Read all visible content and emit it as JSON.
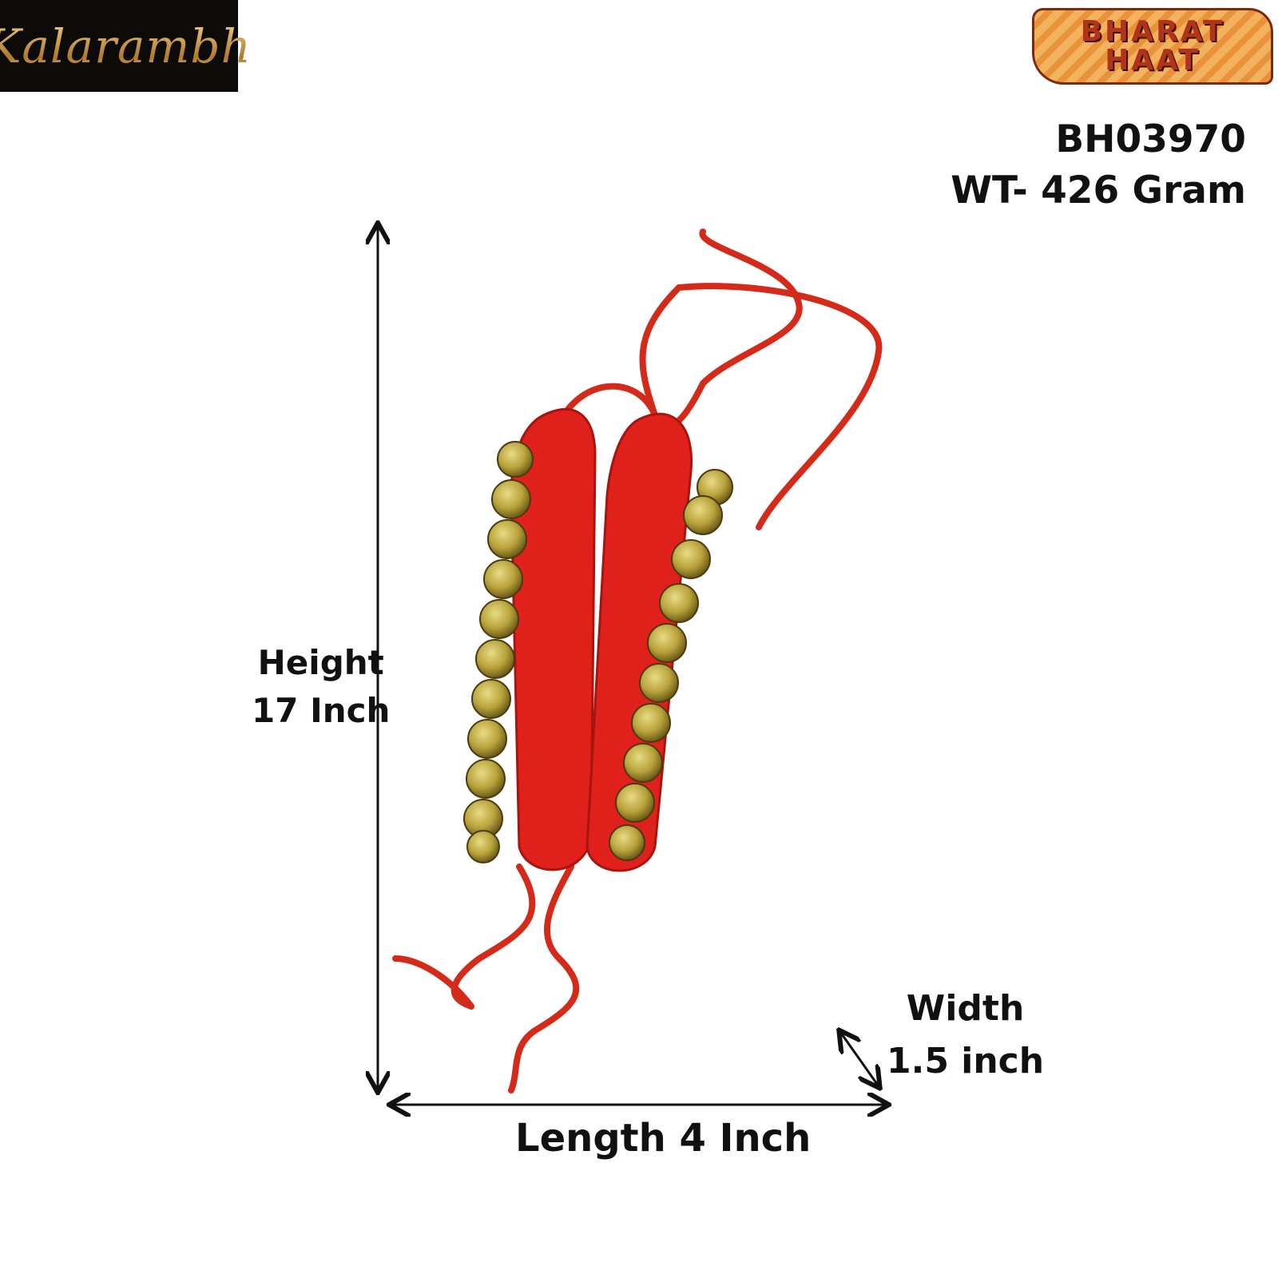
{
  "logos": {
    "left_brand": "Kalarambh",
    "right_brand_line1": "BHARAT",
    "right_brand_line2": "HAAT"
  },
  "product": {
    "code": "BH03970",
    "weight": "WT- 426 Gram"
  },
  "dimensions": {
    "height_label": "Height",
    "height_value": "17 Inch",
    "width_label": "Width",
    "width_value": "1.5 inch",
    "length": "Length 4 Inch"
  },
  "colors": {
    "thread_red": "#e0201a",
    "bell_gold": "#b8a23a"
  }
}
